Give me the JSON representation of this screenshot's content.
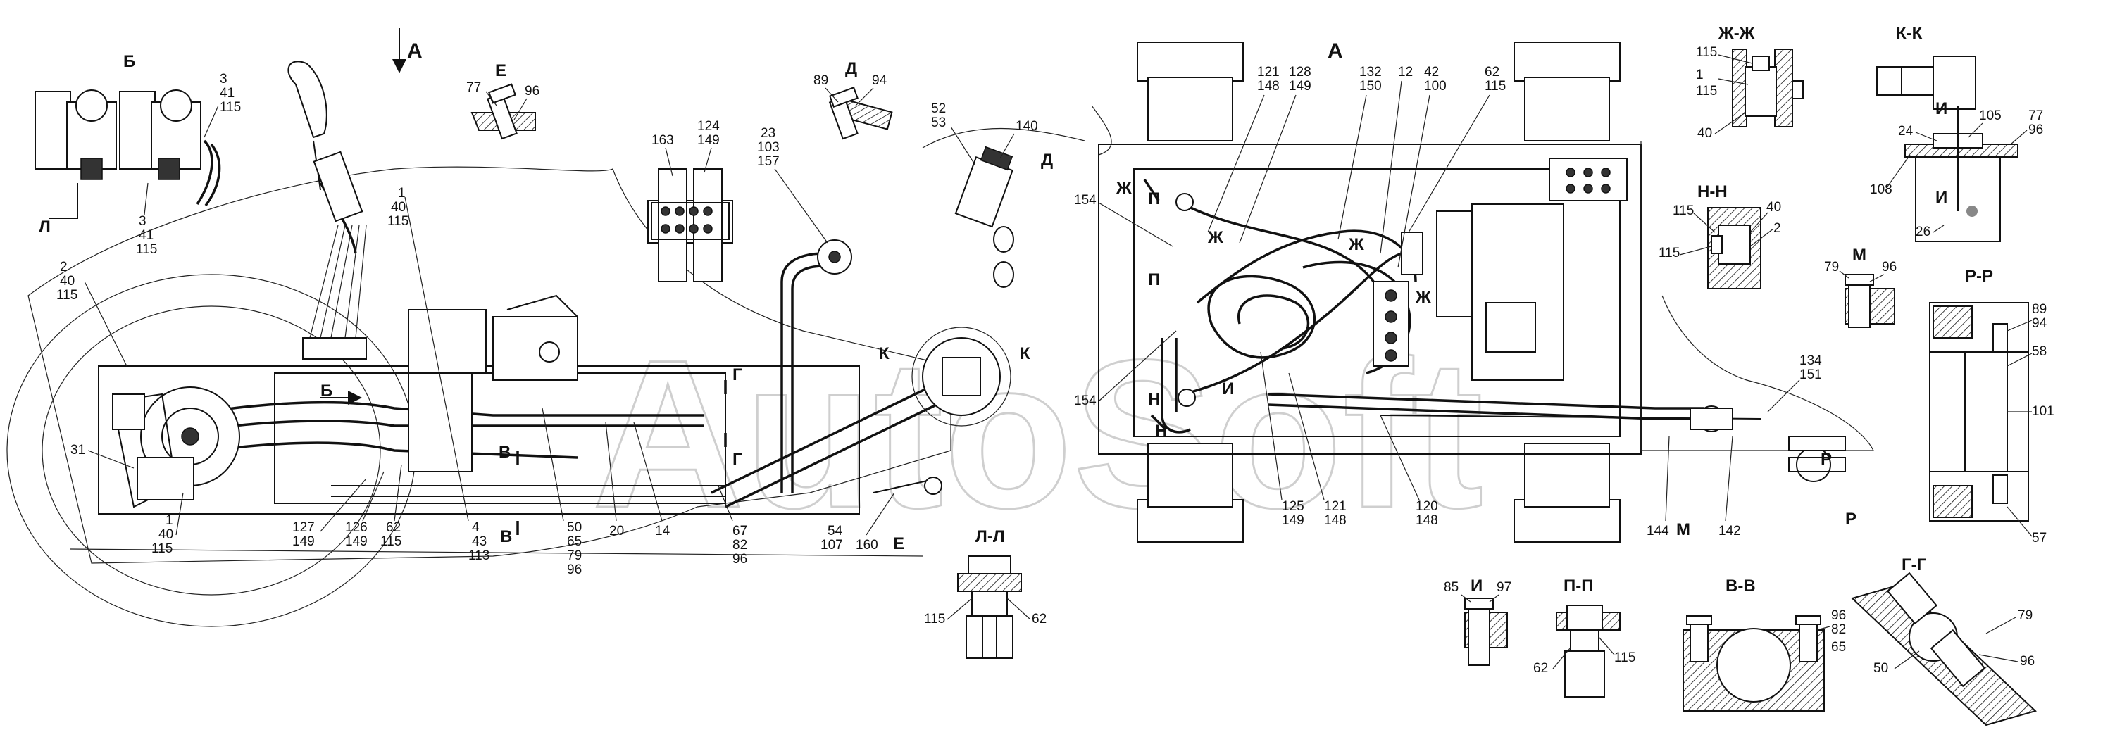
{
  "views": {
    "main_side": {
      "arrow_a": "А",
      "arrow_b": "Б"
    },
    "main_top": {
      "title": "А"
    },
    "view_b": {
      "title": "Б"
    },
    "view_e": {
      "title": "Е"
    },
    "view_d": {
      "title": "Д"
    },
    "sec_zhzh": {
      "title": "Ж-Ж"
    },
    "sec_kk": {
      "title": "К-К"
    },
    "sec_nn": {
      "title": "Н-Н"
    },
    "view_m": {
      "title": "М"
    },
    "sec_rr": {
      "title": "Р-Р"
    },
    "sec_ll": {
      "title": "Л-Л"
    },
    "view_i": {
      "title": "И"
    },
    "sec_pp": {
      "title": "П-П"
    },
    "sec_vv": {
      "title": "В-В"
    },
    "sec_gg": {
      "title": "Г-Г"
    }
  },
  "cut_marks": {
    "l": "Л",
    "v": "В",
    "g": "Г",
    "k": "К",
    "zh": "Ж",
    "p": "П",
    "n": "Н",
    "i": "И",
    "m": "М",
    "r": "Р",
    "e": "Е",
    "d": "Д"
  },
  "callouts": {
    "b_3_41_115_top": [
      "3",
      "41",
      "115"
    ],
    "b_3_41_115_bot": [
      "3",
      "41",
      "115"
    ],
    "c_2_40_115": [
      "2",
      "40",
      "115"
    ],
    "c_31": "31",
    "c_1_40_115_left": [
      "1",
      "40",
      "115"
    ],
    "c_1_40_115_mid": [
      "1",
      "40",
      "115"
    ],
    "c_127_149": [
      "127",
      "149"
    ],
    "c_126_149": [
      "126",
      "149"
    ],
    "c_62_115": [
      "62",
      "115"
    ],
    "c_4_43_113": [
      "4",
      "43",
      "113"
    ],
    "c_50_65_79_96": [
      "50",
      "65",
      "79",
      "96"
    ],
    "c_20": "20",
    "c_14": "14",
    "c_67_82_96": [
      "67",
      "82",
      "96"
    ],
    "c_54_107": [
      "54",
      "107"
    ],
    "c_160": "160",
    "c_163": "163",
    "c_124_149": [
      "124",
      "149"
    ],
    "c_23_103_157": [
      "23",
      "103",
      "157"
    ],
    "c_77": "77",
    "c_96_e": "96",
    "c_89": "89",
    "c_94": "94",
    "c_52_53": [
      "52",
      "53"
    ],
    "c_140": "140",
    "c_121_148_top": [
      "121",
      "148"
    ],
    "c_128_149": [
      "128",
      "149"
    ],
    "c_132_150": [
      "132",
      "150"
    ],
    "c_12": "12",
    "c_42_100": [
      "42",
      "100"
    ],
    "c_62_115_top": [
      "62",
      "115"
    ],
    "c_154_top": "154",
    "c_154_bot": "154",
    "c_125_149": [
      "125",
      "149"
    ],
    "c_121_148_bot": [
      "121",
      "148"
    ],
    "c_120_148": [
      "120",
      "148"
    ],
    "c_134_151": [
      "134",
      "151"
    ],
    "c_144": "144",
    "c_142": "142",
    "zh_115": "115",
    "zh_1_115": [
      "1",
      "115"
    ],
    "zh_40": "40",
    "k_24": "24",
    "k_105": "105",
    "k_77_96": [
      "77",
      "96"
    ],
    "k_108": "108",
    "k_26": "26",
    "n_115a": "115",
    "n_40": "40",
    "n_2": "2",
    "n_115b": "115",
    "m_79": "79",
    "m_96": "96",
    "r_89_94": [
      "89",
      "94"
    ],
    "r_58": "58",
    "r_101": "101",
    "r_57": "57",
    "ll_115": "115",
    "ll_62": "62",
    "i_85": "85",
    "i_97": "97",
    "pp_62": "62",
    "pp_115": "115",
    "vv_96_82_65": [
      "96",
      "82",
      "65"
    ],
    "gg_79": "79",
    "gg_96": "96",
    "gg_50": "50"
  },
  "watermark": "AutoSoft"
}
